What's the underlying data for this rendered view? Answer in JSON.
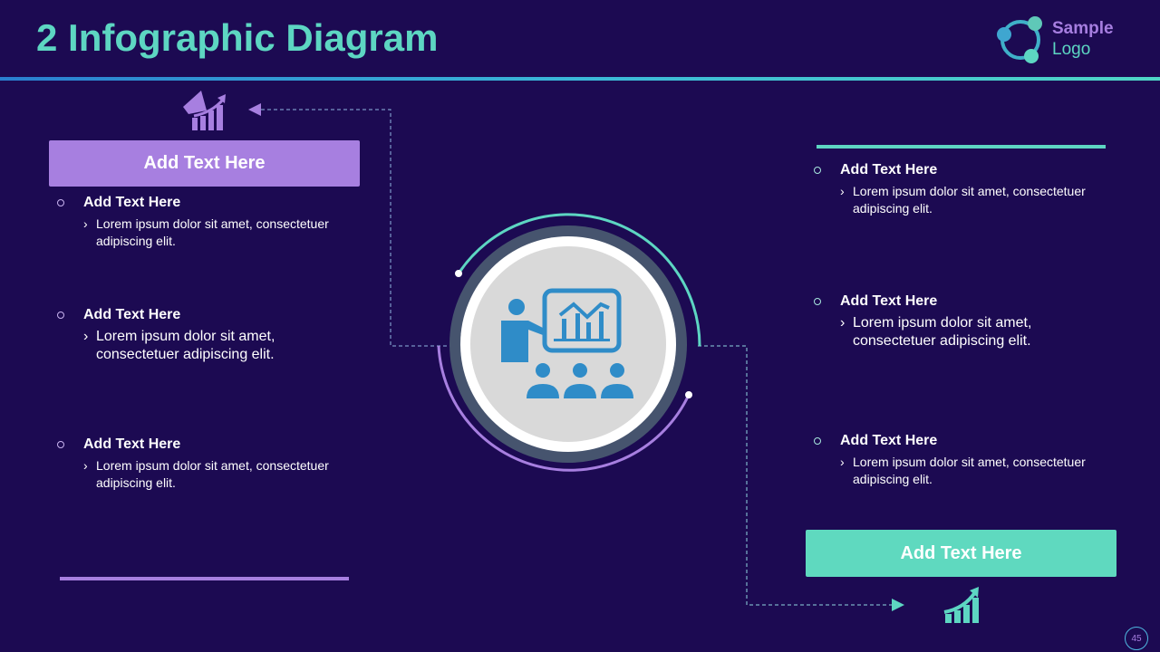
{
  "title": "2 Infographic Diagram",
  "logo": {
    "line1": "Sample",
    "line2": "Logo"
  },
  "left": {
    "button": "Add Text Here",
    "items": [
      {
        "title": "Add Text Here",
        "desc": "Lorem ipsum dolor sit amet, consectetuer adipiscing elit."
      },
      {
        "title": "Add Text Here",
        "desc": "Lorem ipsum dolor sit amet, consectetuer  adipiscing elit."
      },
      {
        "title": "Add Text Here",
        "desc": "Lorem ipsum dolor sit amet, consectetuer adipiscing elit."
      }
    ]
  },
  "right": {
    "button": "Add Text Here",
    "items": [
      {
        "title": "Add Text Here",
        "desc": "Lorem ipsum dolor sit amet, consectetuer adipiscing elit."
      },
      {
        "title": "Add Text Here",
        "desc": "Lorem ipsum dolor sit amet, consectetuer  adipiscing elit."
      },
      {
        "title": "Add Text Here",
        "desc": "Lorem ipsum dolor sit amet, consectetuer adipiscing elit."
      }
    ]
  },
  "page_number": "45",
  "colors": {
    "bg": "#1c0a52",
    "teal": "#5dd6c2",
    "purple": "#a77fe0",
    "icon_blue": "#2f8cc8"
  }
}
